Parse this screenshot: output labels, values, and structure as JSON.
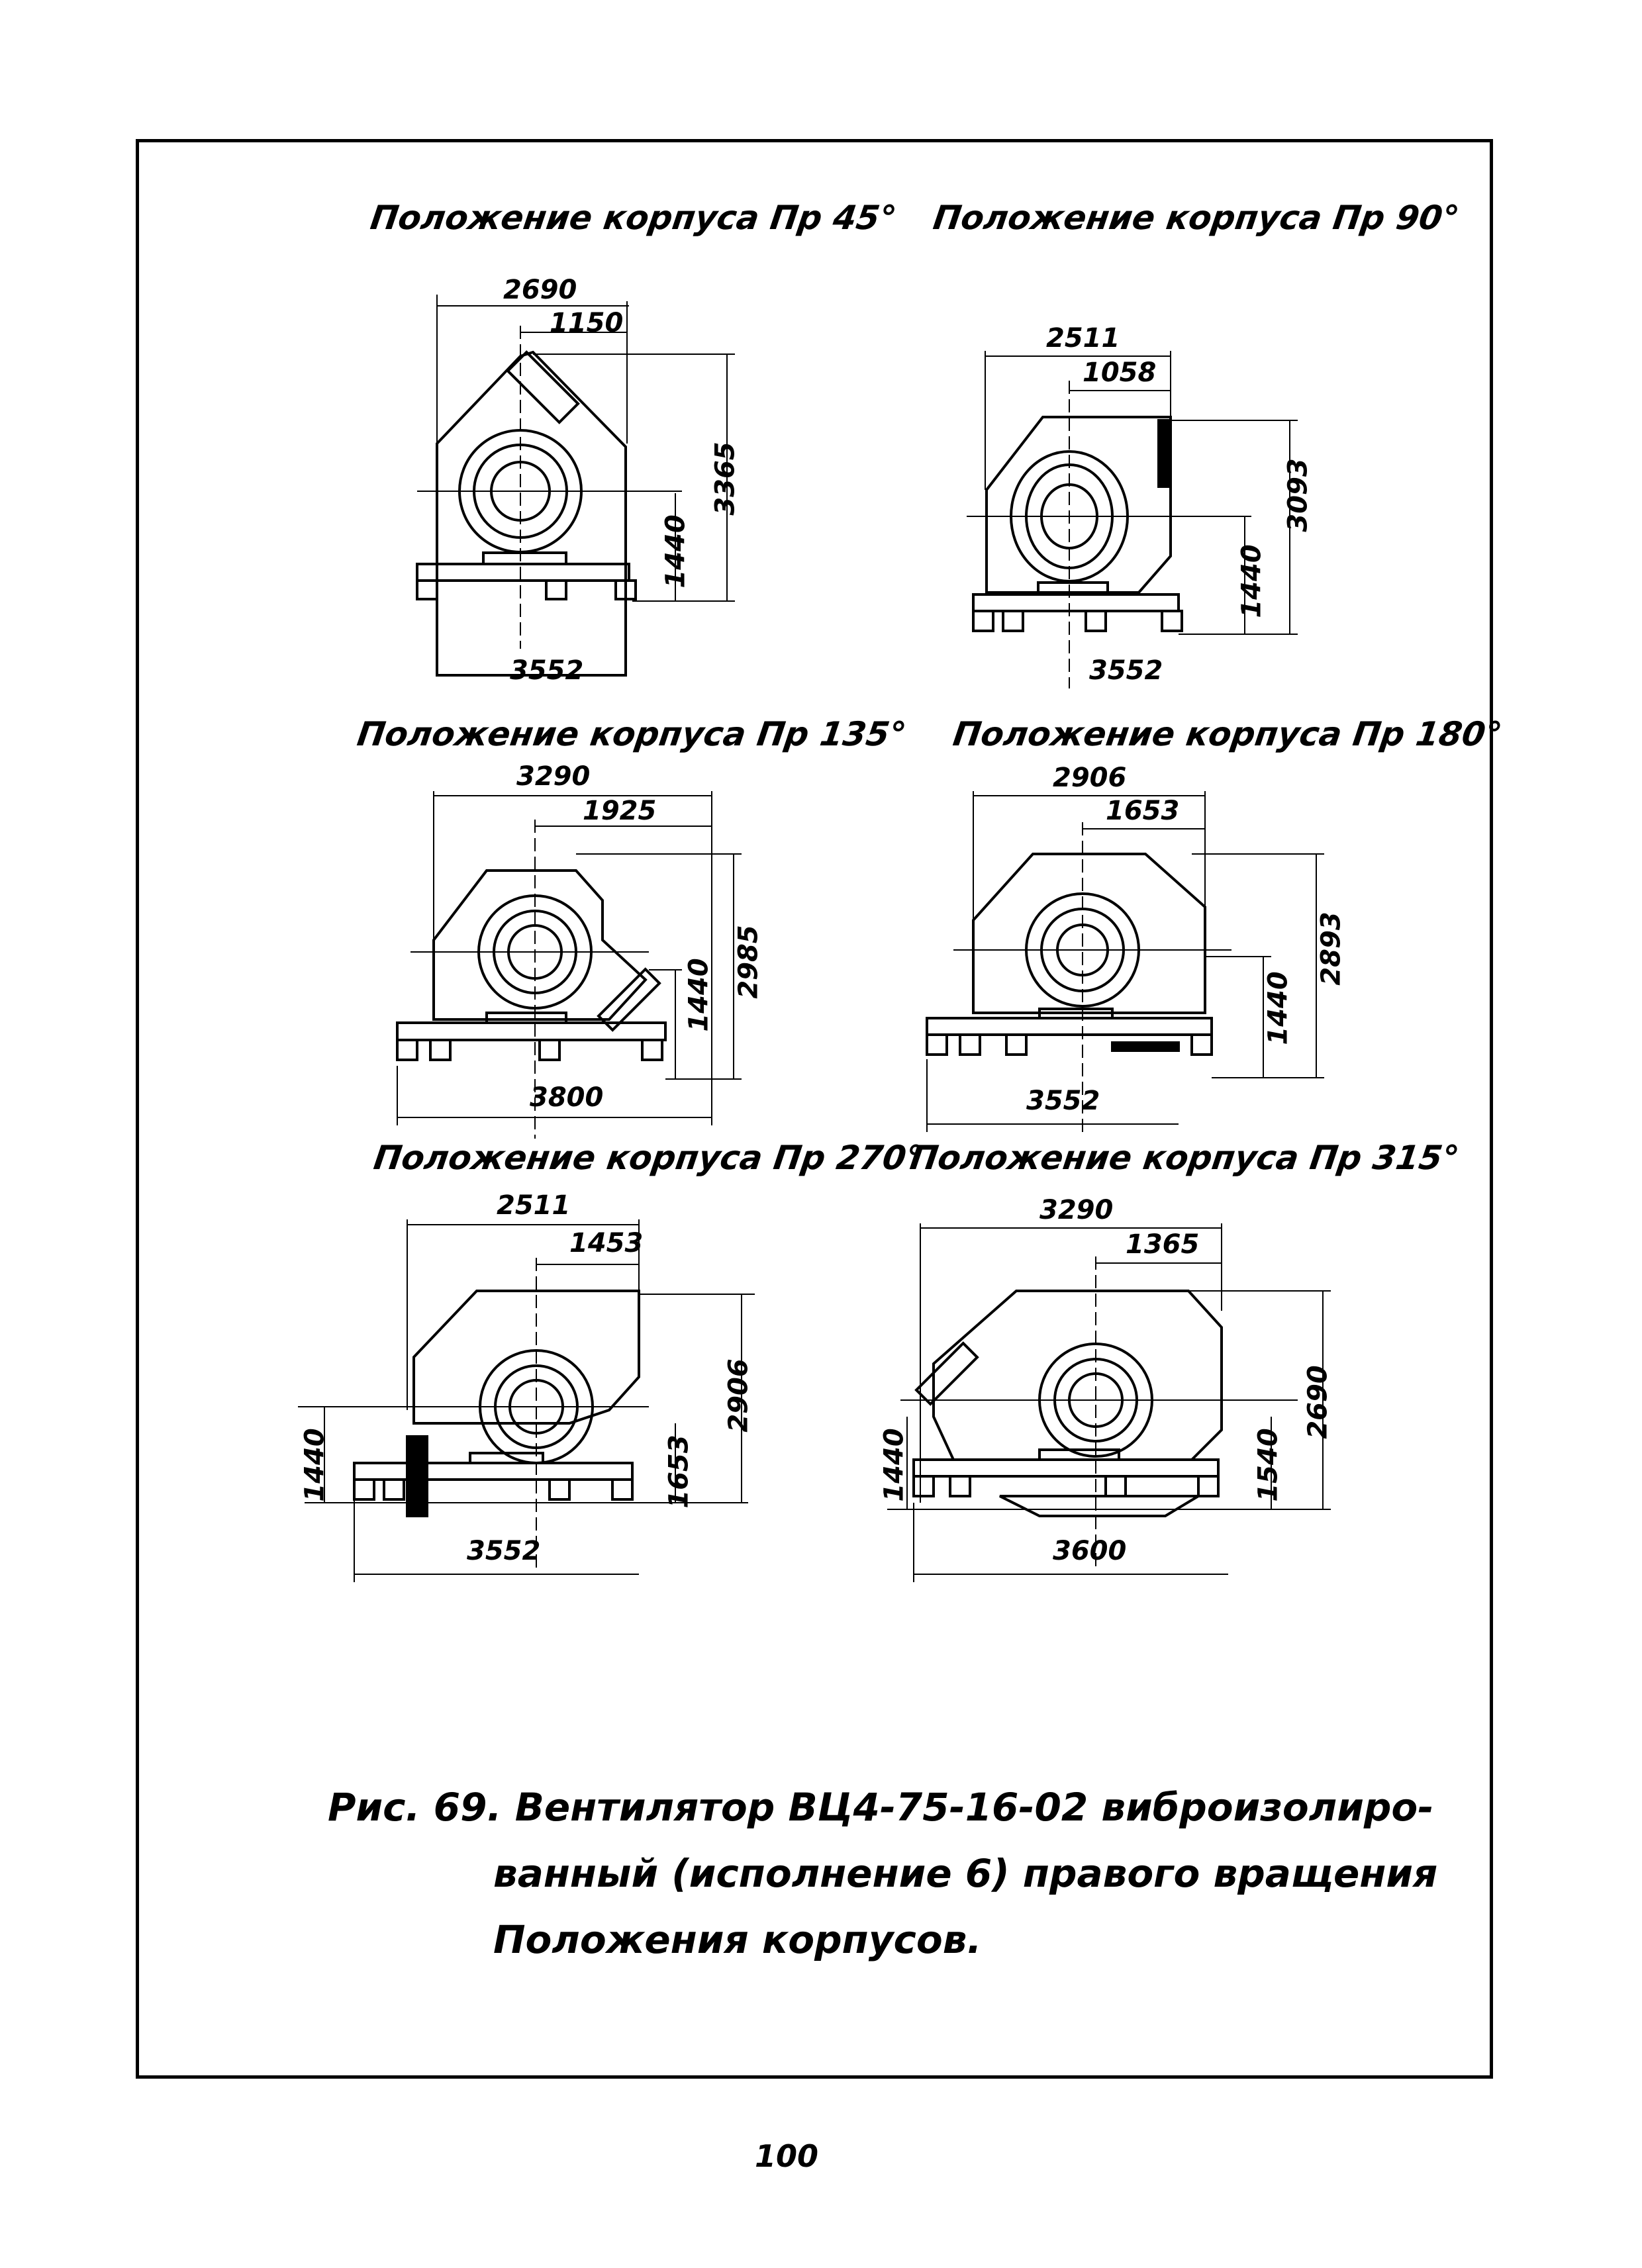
{
  "page": {
    "number": "100"
  },
  "figure": {
    "caption_lines": [
      "Рис. 69.  Вентилятор ВЦ4-75-16-02  виброизолиро-",
      "ванный (исполнение 6) правого вращения",
      "Положения  корпусов."
    ]
  },
  "panels": [
    {
      "title": "Положение корпуса Пр 45°",
      "overall_width": "2690",
      "half_width": "1150",
      "overall_height": "3365",
      "axis_height": "1440",
      "base_length": "3552"
    },
    {
      "title": "Положение корпуса Пр 90°",
      "overall_width": "2511",
      "half_width": "1058",
      "overall_height": "3093",
      "axis_height": "1440",
      "base_length": "3552"
    },
    {
      "title": "Положение корпуса Пр 135°",
      "overall_width": "3290",
      "half_width": "1925",
      "overall_height": "2985",
      "axis_height": "1440",
      "base_length": "3800"
    },
    {
      "title": "Положение корпуса Пр 180°",
      "overall_width": "2906",
      "half_width": "1653",
      "overall_height": "2893",
      "axis_height": "1440",
      "base_length": "3552"
    },
    {
      "title": "Положение корпуса Пр 270°",
      "overall_width": "2511",
      "half_width": "1453",
      "overall_height": "2906",
      "axis_height": "1440",
      "outlet_height": "1653",
      "base_length": "3552"
    },
    {
      "title": "Положение корпуса Пр 315°",
      "overall_width": "3290",
      "half_width": "1365",
      "overall_height": "2690",
      "axis_height": "1440",
      "outlet_height": "1540",
      "base_length": "3600"
    }
  ]
}
